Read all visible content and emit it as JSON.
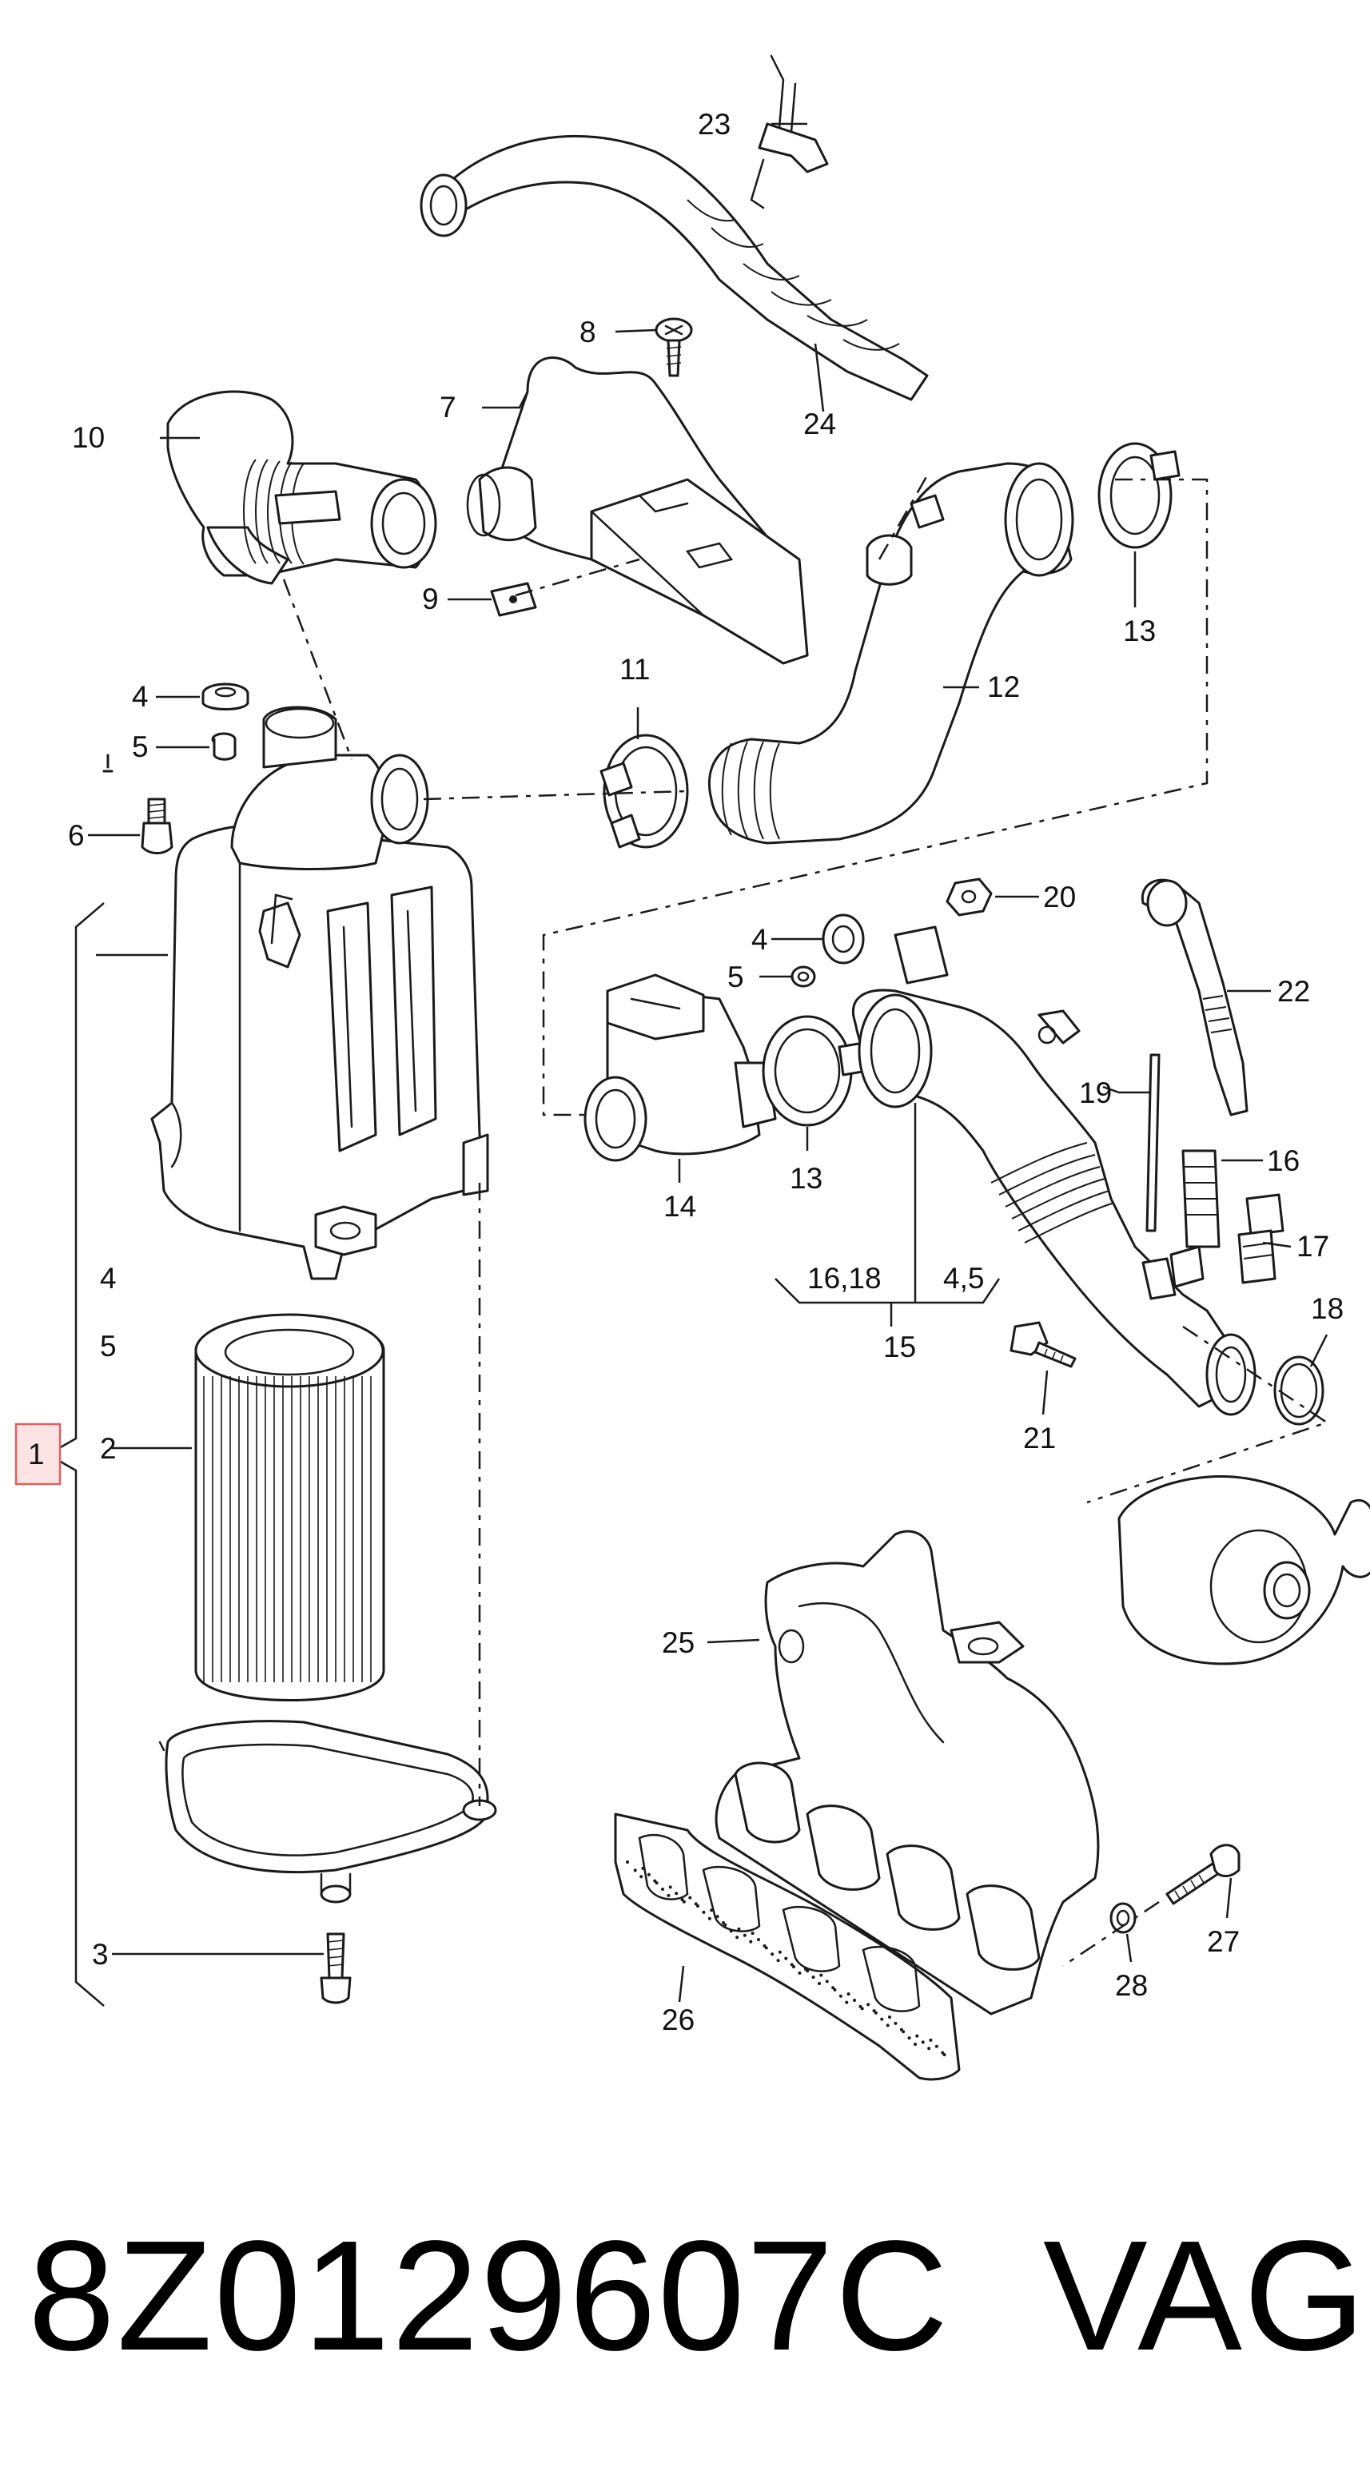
{
  "diagram": {
    "callouts": [
      "1",
      "2",
      "3",
      "4",
      "5",
      "6",
      "7",
      "8",
      "9",
      "10",
      "11",
      "12",
      "13",
      "14",
      "15",
      "16",
      "17",
      "18",
      "19",
      "20",
      "21",
      "22",
      "23",
      "24",
      "25",
      "26",
      "27",
      "28"
    ],
    "group_labels": {
      "left_4": "4",
      "left_5": "5",
      "right_4": "4",
      "right_5": "5",
      "right_13": "13",
      "group_1618": "16,18",
      "group_45": "4,5"
    },
    "highlighted_callout": "1",
    "highlight_color": "#fde4e4"
  },
  "caption": {
    "part_number": "8Z0129607C",
    "brand": "VAG"
  }
}
